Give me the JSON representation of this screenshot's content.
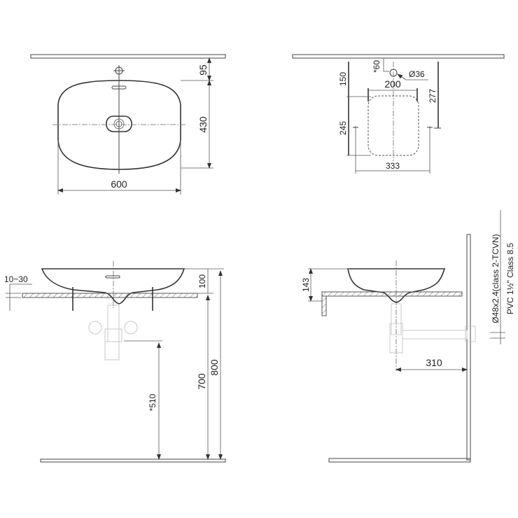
{
  "drawing": {
    "top_view": {
      "width_label": "600",
      "depth_label": "430",
      "tap_offset_label": "95"
    },
    "plan_cutout": {
      "tap_offset_label": "*60",
      "tap_hole_label": "Ø36",
      "cutout_width_label": "200",
      "fixing_spacing_label": "333",
      "offset_top_label": "150",
      "offset_bottom_label": "245",
      "fixing_depth_label": "277"
    },
    "front_view": {
      "counter_thickness_label": "10~30",
      "basin_height_label": "100",
      "counter_height_label": "700",
      "rim_height_label": "800",
      "waste_height_label": "*510"
    },
    "side_view": {
      "basin_height_label": "143",
      "waste_distance_label": "310",
      "pipe_label_1": "Ø48x2.4(class 2-TCVN)",
      "pipe_label_2": "PVC 1½\" Class 8.5"
    }
  }
}
